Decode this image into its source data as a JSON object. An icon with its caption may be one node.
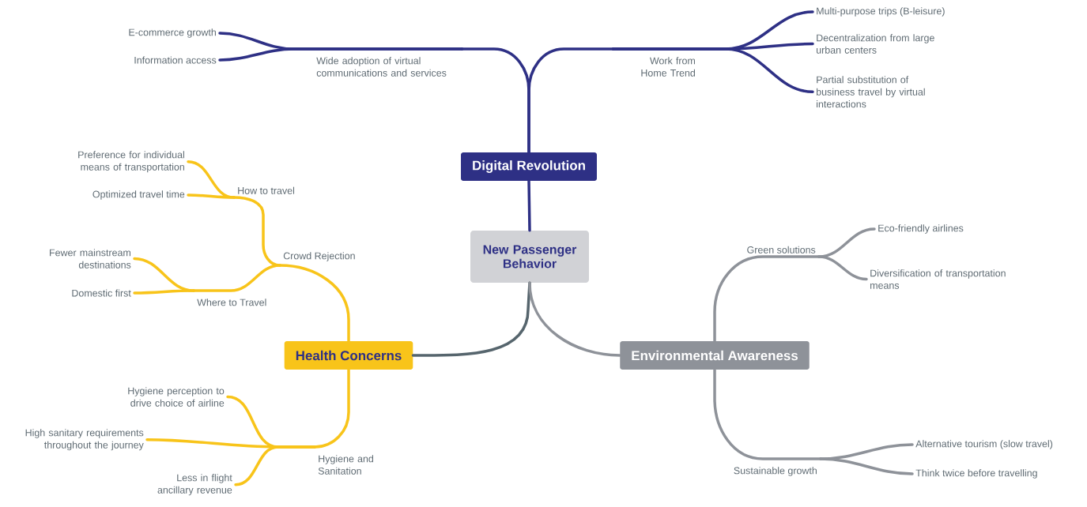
{
  "diagram": {
    "nodes": [
      {
        "text": [
          "New Passenger Behavior"
        ]
      },
      {
        "text": [
          "Digital Revolution"
        ]
      },
      {
        "text": [
          "Wide adoption of virtual communications and services"
        ]
      },
      {
        "text": [
          "E-commerce growth"
        ]
      },
      {
        "text": [
          "Information access"
        ]
      },
      {
        "text": [
          "Work from Home Trend"
        ]
      },
      {
        "text": [
          "Multi-purpose trips (B-leisure)"
        ]
      },
      {
        "text": [
          "Decentralization from large urban centers"
        ]
      },
      {
        "text": [
          "Partial substitution of business travel by virtual interactions"
        ]
      },
      {
        "text": [
          "Health Concerns"
        ]
      },
      {
        "text": [
          "Crowd Rejection"
        ]
      },
      {
        "text": [
          "How to travel"
        ]
      },
      {
        "text": [
          "Preference for individual means of transportation"
        ]
      },
      {
        "text": [
          "Optimized travel time"
        ]
      },
      {
        "text": [
          "Where to Travel"
        ]
      },
      {
        "text": [
          "Fewer mainstream destinations"
        ]
      },
      {
        "text": [
          "Domestic first"
        ]
      },
      {
        "text": [
          "Hygiene and Sanitation"
        ]
      },
      {
        "text": [
          "Hygiene perception to drive choice of airline"
        ]
      },
      {
        "text": [
          "High sanitary requirements throughout the journey"
        ]
      },
      {
        "text": [
          "Less in flight ancillary revenue"
        ]
      },
      {
        "text": [
          "Environmental Awareness"
        ]
      },
      {
        "text": [
          "Green solutions"
        ]
      },
      {
        "text": [
          "Eco-friendly airlines"
        ]
      },
      {
        "text": [
          "Diversification of transportation means"
        ]
      },
      {
        "text": [
          "Sustainable growth"
        ]
      },
      {
        "text": [
          "Alternative tourism (slow travel)"
        ]
      },
      {
        "text": [
          "Think twice before travelling"
        ]
      }
    ],
    "edges": [
      {
        "from": 0,
        "to": 1,
        "arrow": "none",
        "color": "#2e3085"
      },
      {
        "from": 1,
        "to": 2,
        "arrow": "none",
        "color": "#2e3085"
      },
      {
        "from": 2,
        "to": 3,
        "arrow": "none",
        "color": "#2e3085"
      },
      {
        "from": 2,
        "to": 4,
        "arrow": "none",
        "color": "#2e3085"
      },
      {
        "from": 1,
        "to": 5,
        "arrow": "none",
        "color": "#2e3085"
      },
      {
        "from": 5,
        "to": 6,
        "arrow": "none",
        "color": "#2e3085"
      },
      {
        "from": 5,
        "to": 7,
        "arrow": "none",
        "color": "#2e3085"
      },
      {
        "from": 5,
        "to": 8,
        "arrow": "none",
        "color": "#2e3085"
      },
      {
        "from": 0,
        "to": 9,
        "arrow": "none",
        "color": "#56656d"
      },
      {
        "from": 9,
        "to": 10,
        "arrow": "none",
        "color": "#f8c41a"
      },
      {
        "from": 10,
        "to": 11,
        "arrow": "none",
        "color": "#f8c41a"
      },
      {
        "from": 11,
        "to": 12,
        "arrow": "none",
        "color": "#f8c41a"
      },
      {
        "from": 11,
        "to": 13,
        "arrow": "none",
        "color": "#f8c41a"
      },
      {
        "from": 10,
        "to": 14,
        "arrow": "none",
        "color": "#f8c41a"
      },
      {
        "from": 14,
        "to": 15,
        "arrow": "none",
        "color": "#f8c41a"
      },
      {
        "from": 14,
        "to": 16,
        "arrow": "none",
        "color": "#f8c41a"
      },
      {
        "from": 9,
        "to": 17,
        "arrow": "none",
        "color": "#f8c41a"
      },
      {
        "from": 17,
        "to": 18,
        "arrow": "none",
        "color": "#f8c41a"
      },
      {
        "from": 17,
        "to": 19,
        "arrow": "none",
        "color": "#f8c41a"
      },
      {
        "from": 17,
        "to": 20,
        "arrow": "none",
        "color": "#f8c41a"
      },
      {
        "from": 0,
        "to": 21,
        "arrow": "none",
        "color": "#8e9299"
      },
      {
        "from": 21,
        "to": 22,
        "arrow": "none",
        "color": "#8e9299"
      },
      {
        "from": 22,
        "to": 23,
        "arrow": "none",
        "color": "#8e9299"
      },
      {
        "from": 22,
        "to": 24,
        "arrow": "none",
        "color": "#8e9299"
      },
      {
        "from": 21,
        "to": 25,
        "arrow": "none",
        "color": "#8e9299"
      },
      {
        "from": 25,
        "to": 26,
        "arrow": "none",
        "color": "#8e9299"
      },
      {
        "from": 25,
        "to": 27,
        "arrow": "none",
        "color": "#8e9299"
      }
    ]
  }
}
